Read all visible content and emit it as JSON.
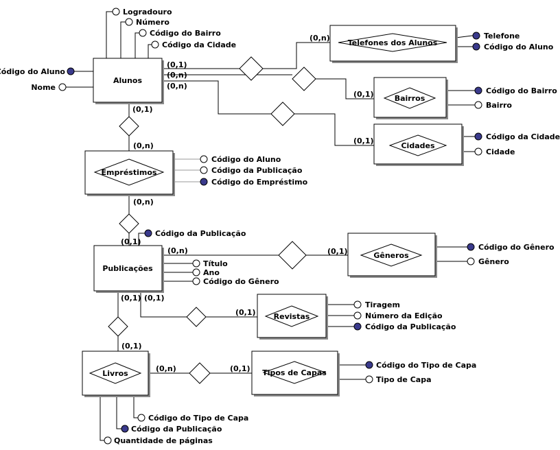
{
  "entities": {
    "alunos": "Alunos",
    "telefones": "Telefones dos Alunos",
    "bairros": "Bairros",
    "cidades": "Cidades",
    "emprestimos": "Empréstimos",
    "publicacoes": "Publicações",
    "generos": "Gêneros",
    "revistas": "Revistas",
    "livros": "Livros",
    "tipos_capas": "Tipos de Capas"
  },
  "attributes": {
    "logradouro": "Logradouro",
    "numero": "Número",
    "alunos_cod_bairro": "Código do Bairro",
    "alunos_cod_cidade": "Código da Cidade",
    "alunos_cod_aluno": "Código do Aluno",
    "alunos_nome": "Nome",
    "tel_telefone": "Telefone",
    "tel_cod_aluno": "Código do Aluno",
    "bairros_cod": "Código do Bairro",
    "bairros_nome": "Bairro",
    "cidades_cod": "Código da Cidade",
    "cidades_nome": "Cidade",
    "emp_cod_aluno": "Código do Aluno",
    "emp_cod_pub": "Código da Publicação",
    "emp_cod_emp": "Código do Empréstimo",
    "pub_cod_pub": "Código da Publicação",
    "pub_titulo": "Título",
    "pub_ano": "Ano",
    "pub_cod_genero": "Código do Gênero",
    "gen_cod": "Código do Gênero",
    "gen_nome": "Gênero",
    "rev_tiragem": "Tiragem",
    "rev_num_edicao": "Número da Edição",
    "rev_cod_pub": "Código da Publicação",
    "tc_cod": "Código do Tipo de Capa",
    "tc_nome": "Tipo de Capa",
    "liv_cod_tipo_capa": "Código do Tipo de Capa",
    "liv_cod_pub": "Código da Publicação",
    "liv_qtd_paginas": "Quantidade de páginas"
  },
  "cardinalities": {
    "alunos_tel": "(0,1)",
    "tel": "(0,n)",
    "alunos_bairro": "(0,n)",
    "bairro": "(0,1)",
    "alunos_cidade": "(0,n)",
    "cidade": "(0,1)",
    "alunos_emp": "(0,1)",
    "emp_top": "(0,n)",
    "emp_bottom": "(0,n)",
    "pub_top": "(0,1)",
    "pub_genero": "(0,n)",
    "genero": "(0,1)",
    "pub_livro": "(0,1)",
    "pub_revista": "(0,1)",
    "revista": "(0,1)",
    "livro_top": "(0,1)",
    "livro_capa": "(0,n)",
    "capa": "(0,1)"
  }
}
